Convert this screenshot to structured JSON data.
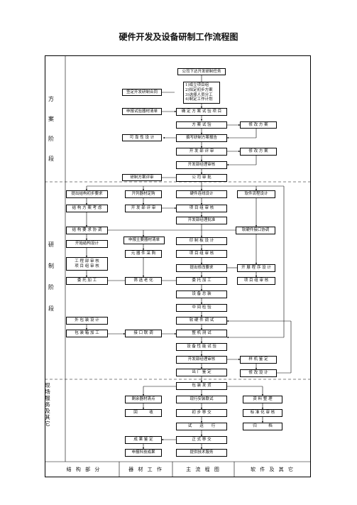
{
  "title": "硬件开发及设备研制工作流程图",
  "phases": [
    "方案阶段",
    "研制阶段",
    "现场服务及其它"
  ],
  "footer": [
    "结 构 部 分",
    "器 材 工 作",
    "主 流 程 图",
    "软 件 及 其 它"
  ],
  "boxes": {
    "company_task": "公司下达开发研制任务",
    "task_steps": [
      "1)成立项目组",
      "2)拟定初步方案",
      "3)选择人员分工",
      "4)制定工作计划"
    ],
    "sign_contract": "签定开发研制合同",
    "declare_materials": "申报试验器材清单",
    "confirm_plan": "确 定 方 案 试 验 项 目",
    "plan_test": "方 案 试 验",
    "modify_plan_1": "修 改 方 案",
    "reliability_design": "可 靠 性 设 计",
    "write_report": "撰写研制方案报告",
    "dev_review": "开 发 部 评 审",
    "modify_plan_2": "修 改 方 案",
    "dev_manager_approve": "开发部经理审核",
    "approve_report": "研制方案评审",
    "company_approve": "公 司 审 批",
    "struct_requirements": "提出结构初步要求",
    "list_purchase": "开列器材定购",
    "hw_detail_design": "硬件连线设计",
    "sw_flow_design": "软件流程设计",
    "struct_plan_review": "结 构 方 案 考 虑",
    "dev_review_2": "开 发 部 评 审",
    "team_review": "项 目 组 审 核",
    "dev_manager_approve_2": "开发部经理批准",
    "struct_requirements_2": "结 构 要 求 协 调",
    "hw_sw_interface": "软硬件接口协调",
    "begin_struct_design": "开始结构设计",
    "declare_main_list": "申报主要器材清单",
    "pcb_design": "印 制 板 设 计",
    "eng_review": [
      "工 程 部 审 核",
      "项 目 组 审 核"
    ],
    "component_purchase": "元 器 件 采 购",
    "team_review_2": "项 目 组 审 核",
    "commission": "委 托 加 工",
    "screening_aging": "筛 选 老 化",
    "propose_change": "提出修改要求",
    "sw_design": "开 展 程 序 设 计",
    "commission_2": "委 托 加 工",
    "team_review_3": "项 目 组 审 核",
    "equipment_assembly": "设 备 总 装",
    "midway_check": "中 间 检 验",
    "pkg_design": "外 包 装 设 计",
    "hw_sw_debug": "软 硬 件 调 试",
    "pkg_processing": "包 装 箱 加 工",
    "interface_debug": "接 口 联 调",
    "whole_test": "整 机 测 试",
    "equip_trial": "设 备 性 能 试 验",
    "dev_manager_review": "开发部经理审核",
    "sample_check": "样 机 鉴 定",
    "factory_check": "出 厂 鉴 定",
    "modify_design": "修 改 设 计",
    "pack_ship": "包 装 发 货",
    "leftover_materials": "剩余器材清点",
    "onsite_install": "现行安装联试",
    "data_organize": "资 料 整 理",
    "recover": "回　　　收",
    "onsite_handover": "初 步 移 交",
    "standard_review": "标 准 化 审 核",
    "trial_run": "试　　运　　行",
    "archive": "归　　　档",
    "result_check": "成 果 鉴 定",
    "formal_handover": "正 式 移 交",
    "apply_award": "申报科技成果",
    "provide_support": "提供技术服务"
  }
}
